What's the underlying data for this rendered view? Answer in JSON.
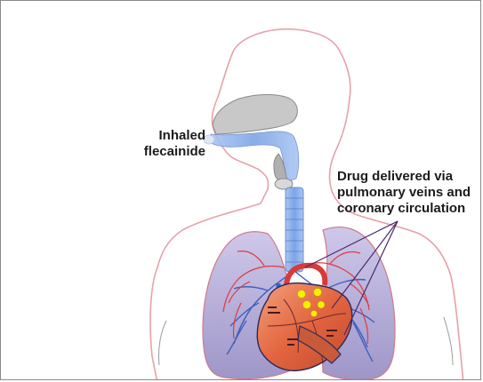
{
  "labels": {
    "inhaled_line1": "Inhaled",
    "inhaled_line2": "flecainide",
    "delivered_line1": "Drug delivered via",
    "delivered_line2": "pulmonary veins and",
    "delivered_line3": "coronary circulation"
  },
  "colors": {
    "body_outline": "#e8a0a8",
    "lung_fill": "#b9b0d8",
    "lung_outline": "#d07a88",
    "airway": "#8fb2e8",
    "head_cavity": "#c8c8c8",
    "heart_fill": "#e56a46",
    "heart_outline": "#2a2a5a",
    "vessels_red": "#e03a3a",
    "vessels_blue": "#3f5fc0",
    "drug_dots": "#f4f000",
    "pointer_lines": "#4a2a6a"
  }
}
